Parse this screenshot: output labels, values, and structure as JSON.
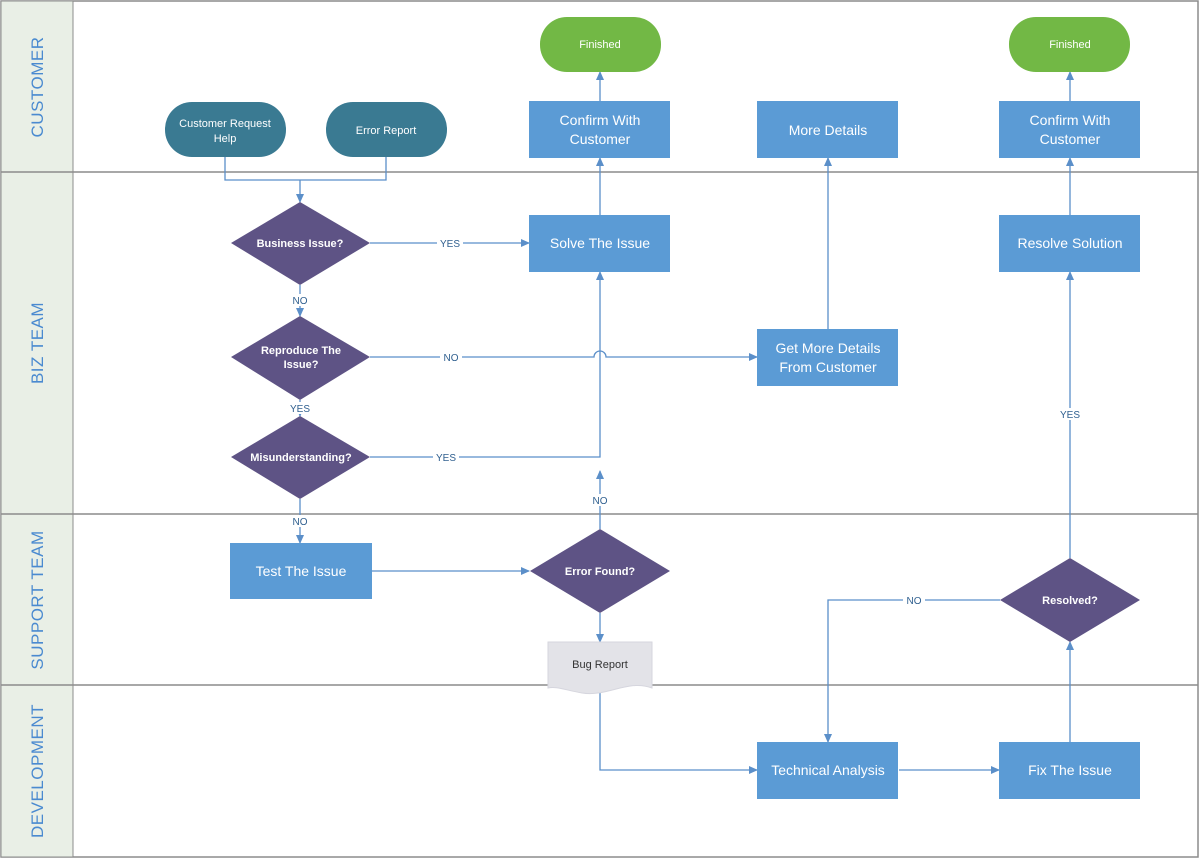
{
  "colors": {
    "process": "#5b9bd5",
    "decision": "#5e5385",
    "start_terminal": "#3a7a92",
    "end_terminal": "#72b845",
    "document": "#e3e3e8",
    "lane_header": "#e9efe6",
    "lane_text": "#4a8ad0",
    "connector": "#5b8fc9",
    "border": "#8c8c8c"
  },
  "lanes": [
    {
      "id": "customer",
      "label": "CUSTOMER"
    },
    {
      "id": "biz",
      "label": "BIZ TEAM"
    },
    {
      "id": "support",
      "label": "SUPPORT TEAM"
    },
    {
      "id": "dev",
      "label": "DEVELOPMENT"
    }
  ],
  "nodes": {
    "customer_request": {
      "lines": [
        "Customer Request",
        "Help"
      ],
      "shape": "terminal-start"
    },
    "error_report": {
      "lines": [
        "Error Report"
      ],
      "shape": "terminal-start"
    },
    "finished_1": {
      "lines": [
        "Finished"
      ],
      "shape": "terminal-end"
    },
    "finished_2": {
      "lines": [
        "Finished"
      ],
      "shape": "terminal-end"
    },
    "confirm_1": {
      "lines": [
        "Confirm With",
        "Customer"
      ],
      "shape": "process"
    },
    "more_details": {
      "lines": [
        "More Details"
      ],
      "shape": "process"
    },
    "confirm_2": {
      "lines": [
        "Confirm With",
        "Customer"
      ],
      "shape": "process"
    },
    "business_issue": {
      "lines": [
        "Business Issue?"
      ],
      "shape": "decision"
    },
    "solve_issue": {
      "lines": [
        "Solve The Issue"
      ],
      "shape": "process"
    },
    "resolve_solution": {
      "lines": [
        "Resolve Solution"
      ],
      "shape": "process"
    },
    "reproduce_issue": {
      "lines": [
        "Reproduce The",
        "Issue?"
      ],
      "shape": "decision"
    },
    "get_more_details": {
      "lines": [
        "Get More Details",
        "From Customer"
      ],
      "shape": "process"
    },
    "misunderstanding": {
      "lines": [
        "Misunderstanding?"
      ],
      "shape": "decision"
    },
    "test_issue": {
      "lines": [
        "Test The Issue"
      ],
      "shape": "process"
    },
    "error_found": {
      "lines": [
        "Error Found?"
      ],
      "shape": "decision"
    },
    "resolved": {
      "lines": [
        "Resolved?"
      ],
      "shape": "decision"
    },
    "bug_report": {
      "lines": [
        "Bug Report"
      ],
      "shape": "document"
    },
    "technical_analysis": {
      "lines": [
        "Technical Analysis"
      ],
      "shape": "process"
    },
    "fix_issue": {
      "lines": [
        "Fix The Issue"
      ],
      "shape": "process"
    }
  },
  "edges": [
    {
      "from": "customer_request",
      "to": "business_issue",
      "label": ""
    },
    {
      "from": "error_report",
      "to": "business_issue",
      "label": ""
    },
    {
      "from": "business_issue",
      "to": "solve_issue",
      "label": "YES"
    },
    {
      "from": "business_issue",
      "to": "reproduce_issue",
      "label": "NO"
    },
    {
      "from": "reproduce_issue",
      "to": "get_more_details",
      "label": "NO"
    },
    {
      "from": "reproduce_issue",
      "to": "misunderstanding",
      "label": "YES"
    },
    {
      "from": "misunderstanding",
      "to": "solve_issue",
      "label": "YES"
    },
    {
      "from": "misunderstanding",
      "to": "test_issue",
      "label": "NO"
    },
    {
      "from": "solve_issue",
      "to": "confirm_1",
      "label": ""
    },
    {
      "from": "confirm_1",
      "to": "finished_1",
      "label": ""
    },
    {
      "from": "get_more_details",
      "to": "more_details",
      "label": ""
    },
    {
      "from": "test_issue",
      "to": "error_found",
      "label": ""
    },
    {
      "from": "error_found",
      "to": "solve_issue",
      "label": "NO"
    },
    {
      "from": "error_found",
      "to": "bug_report",
      "label": ""
    },
    {
      "from": "bug_report",
      "to": "technical_analysis",
      "label": ""
    },
    {
      "from": "technical_analysis",
      "to": "fix_issue",
      "label": ""
    },
    {
      "from": "fix_issue",
      "to": "resolved",
      "label": ""
    },
    {
      "from": "resolved",
      "to": "technical_analysis",
      "label": "NO"
    },
    {
      "from": "resolved",
      "to": "resolve_solution",
      "label": "YES"
    },
    {
      "from": "resolve_solution",
      "to": "confirm_2",
      "label": ""
    },
    {
      "from": "confirm_2",
      "to": "finished_2",
      "label": ""
    }
  ]
}
